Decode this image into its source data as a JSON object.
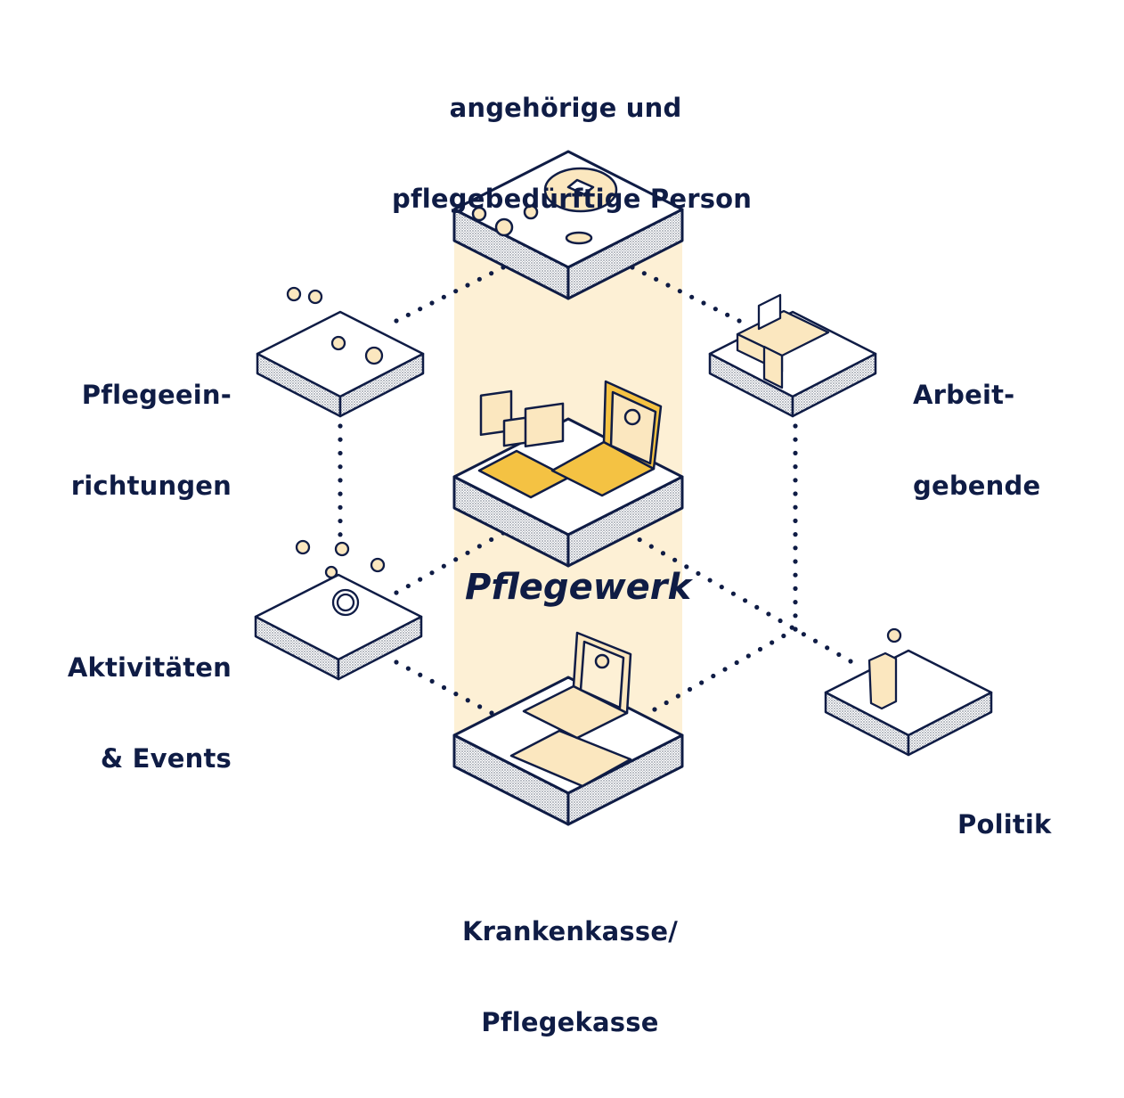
{
  "diagram": {
    "title": "Pflegewerk",
    "colors": {
      "ink": "#0f1c45",
      "band": "#fdf0d5",
      "illustration_fill": "#fbe7bf",
      "accent": "#f4c243",
      "platform_top": "#ffffff",
      "platform_side": "#d9d9d9"
    },
    "center": {
      "id": "pflegewerk",
      "label": "Pflegewerk",
      "illustration": "phone-and-laptop-with-floating-screens"
    },
    "nodes": [
      {
        "id": "angehoerige",
        "lines": [
          "angehörige und",
          "pflegebedürftige Person"
        ],
        "illustration": "two-people-at-table-with-rollator"
      },
      {
        "id": "pflegeeinrichtungen",
        "lines": [
          "Pflegeein-",
          "richtungen"
        ],
        "illustration": "caregiver-with-walker-and-car"
      },
      {
        "id": "arbeitgebende",
        "lines": [
          "Arbeit-",
          "gebende"
        ],
        "illustration": "person-at-desk-with-computer"
      },
      {
        "id": "aktivitaeten",
        "lines": [
          "Aktivitäten",
          "& Events"
        ],
        "illustration": "group-with-wheelchair"
      },
      {
        "id": "politik",
        "lines": [
          "Politik"
        ],
        "illustration": "speaker-at-lectern-with-eagle"
      },
      {
        "id": "krankenkasse",
        "lines": [
          "Krankenkasse/",
          "Pflegekasse"
        ],
        "illustration": "laptop-and-signed-document"
      }
    ],
    "connections": [
      [
        "angehoerige",
        "pflegeeinrichtungen"
      ],
      [
        "angehoerige",
        "arbeitgebende"
      ],
      [
        "pflegeeinrichtungen",
        "aktivitaeten"
      ],
      [
        "arbeitgebende",
        "krankenkasse"
      ],
      [
        "aktivitaeten",
        "pflegewerk"
      ],
      [
        "aktivitaeten",
        "krankenkasse"
      ],
      [
        "pflegewerk",
        "politik"
      ]
    ]
  }
}
